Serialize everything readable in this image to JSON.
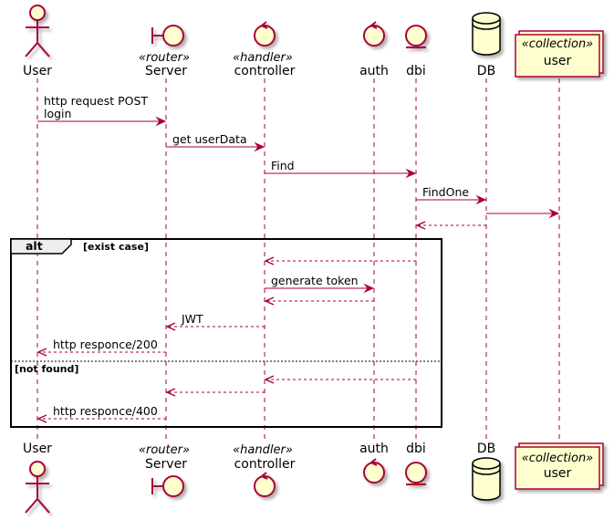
{
  "colors": {
    "participant_fill": "#FEFECE",
    "participant_stroke": "#A80036",
    "arrow": "#A80036",
    "lifeline": "#A80036",
    "frame": "#000000"
  },
  "participants": [
    {
      "id": "user",
      "kind": "actor",
      "name": "User",
      "stereotype": ""
    },
    {
      "id": "server",
      "kind": "boundary",
      "name": "Server",
      "stereotype": "«router»"
    },
    {
      "id": "controller",
      "kind": "control",
      "name": "controller",
      "stereotype": "«handler»"
    },
    {
      "id": "auth",
      "kind": "control",
      "name": "auth",
      "stereotype": ""
    },
    {
      "id": "dbi",
      "kind": "entity",
      "name": "dbi",
      "stereotype": ""
    },
    {
      "id": "db",
      "kind": "database",
      "name": "DB",
      "stereotype": ""
    },
    {
      "id": "usercol",
      "kind": "collections",
      "name": "user",
      "stereotype": "«collection»"
    }
  ],
  "messages": [
    {
      "from": "user",
      "to": "server",
      "label": "http request POST\nlogin",
      "dashed": false
    },
    {
      "from": "server",
      "to": "controller",
      "label": "get userData",
      "dashed": false
    },
    {
      "from": "controller",
      "to": "dbi",
      "label": "Find",
      "dashed": false
    },
    {
      "from": "dbi",
      "to": "db",
      "label": "FindOne",
      "dashed": false
    },
    {
      "from": "db",
      "to": "usercol",
      "label": "",
      "dashed": false
    },
    {
      "from": "db",
      "to": "dbi",
      "label": "",
      "dashed": true
    },
    {
      "from": "dbi",
      "to": "controller",
      "label": "",
      "dashed": true
    },
    {
      "from": "controller",
      "to": "auth",
      "label": "generate token",
      "dashed": false
    },
    {
      "from": "auth",
      "to": "controller",
      "label": "",
      "dashed": true
    },
    {
      "from": "controller",
      "to": "server",
      "label": "JWT",
      "dashed": true
    },
    {
      "from": "server",
      "to": "user",
      "label": "http responce/200",
      "dashed": true
    },
    {
      "from": "dbi",
      "to": "controller",
      "label": "",
      "dashed": true
    },
    {
      "from": "controller",
      "to": "server",
      "label": "",
      "dashed": true
    },
    {
      "from": "server",
      "to": "user",
      "label": "http responce/400",
      "dashed": true
    }
  ],
  "alt_frame": {
    "keyword": "alt",
    "guard_1": "[exist case]",
    "guard_2": "[not found]"
  }
}
